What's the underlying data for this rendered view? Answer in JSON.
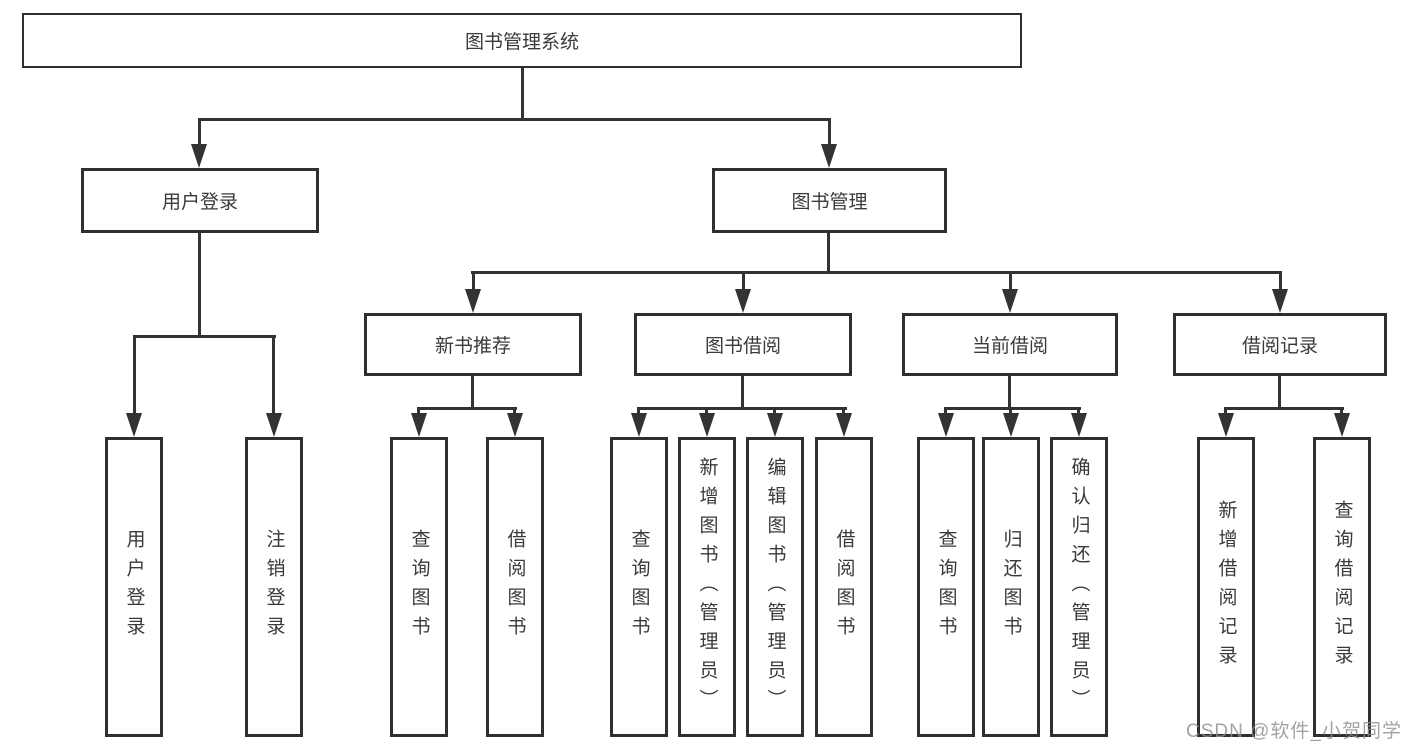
{
  "diagram": {
    "title": "图书管理系统",
    "branches": [
      {
        "label": "用户登录",
        "children": [
          {
            "label": "用户登录"
          },
          {
            "label": "注销登录"
          }
        ]
      },
      {
        "label": "图书管理",
        "children": [
          {
            "label": "新书推荐",
            "children": [
              {
                "label": "查询图书"
              },
              {
                "label": "借阅图书"
              }
            ]
          },
          {
            "label": "图书借阅",
            "children": [
              {
                "label": "查询图书"
              },
              {
                "label": "新增图书（管理员）"
              },
              {
                "label": "编辑图书（管理员）"
              },
              {
                "label": "借阅图书"
              }
            ]
          },
          {
            "label": "当前借阅",
            "children": [
              {
                "label": "查询图书"
              },
              {
                "label": "归还图书"
              },
              {
                "label": "确认归还（管理员）"
              }
            ]
          },
          {
            "label": "借阅记录",
            "children": [
              {
                "label": "新增借阅记录"
              },
              {
                "label": "查询借阅记录"
              }
            ]
          }
        ]
      }
    ]
  },
  "watermark": {
    "text": "CSDN @软件_小贺同学",
    "color": "#8f8f8f"
  },
  "colors": {
    "line": "#333333",
    "box_border": "#2f2f2f",
    "text": "#3a3a3a",
    "background": "#ffffff"
  }
}
